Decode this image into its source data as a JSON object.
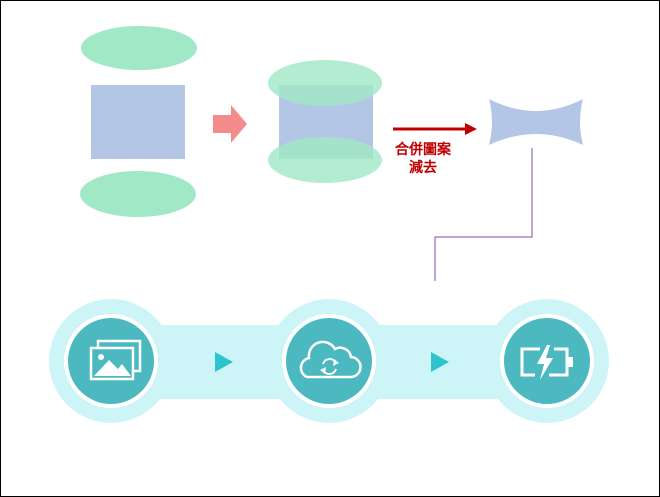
{
  "diagram": {
    "merge_label_line1": "合併圖案",
    "merge_label_line2": "減去",
    "colors": {
      "ellipse_green": "#a0e8c6",
      "square_blue": "#b4c6e6",
      "pink_arrow": "#f48c8c",
      "red_arrow": "#c00000",
      "connector_purple": "#7e4fa6",
      "band_light": "#cdf5f8",
      "circle_teal": "#4cb8c0",
      "play_teal": "#2ec4cf",
      "white": "#ffffff"
    },
    "steps": [
      {
        "id": "step-photos",
        "icon": "photos-icon"
      },
      {
        "id": "step-cloud",
        "icon": "cloud-sync-icon"
      },
      {
        "id": "step-battery",
        "icon": "battery-charging-icon"
      }
    ]
  }
}
